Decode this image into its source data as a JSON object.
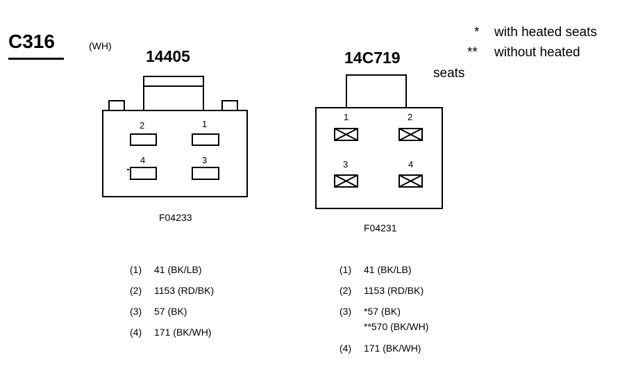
{
  "connector": {
    "id": "C316",
    "color_code": "(WH)"
  },
  "legend": [
    {
      "symbol": "*",
      "text": "with heated seats"
    },
    {
      "symbol": "**",
      "text": "without heated"
    },
    {
      "symbol": "",
      "text": "seats"
    }
  ],
  "left": {
    "part_number": "14405",
    "figure_id": "F04233",
    "pins": [
      {
        "num": "(1)",
        "desc": "41 (BK/LB)"
      },
      {
        "num": "(2)",
        "desc": "1153 (RD/BK)"
      },
      {
        "num": "(3)",
        "desc": "57 (BK)"
      },
      {
        "num": "(4)",
        "desc": "171 (BK/WH)"
      }
    ],
    "pin_labels": [
      "2",
      "1",
      "4",
      "3"
    ]
  },
  "right": {
    "part_number": "14C719",
    "figure_id": "F04231",
    "pins": [
      {
        "num": "(1)",
        "desc": "41 (BK/LB)"
      },
      {
        "num": "(2)",
        "desc": "1153 (RD/BK)"
      },
      {
        "num": "(3)",
        "desc": "*57 (BK)",
        "desc2": "**570 (BK/WH)"
      },
      {
        "num": "(4)",
        "desc": "171 (BK/WH)"
      }
    ],
    "pin_labels": [
      "1",
      "2",
      "3",
      "4"
    ]
  }
}
